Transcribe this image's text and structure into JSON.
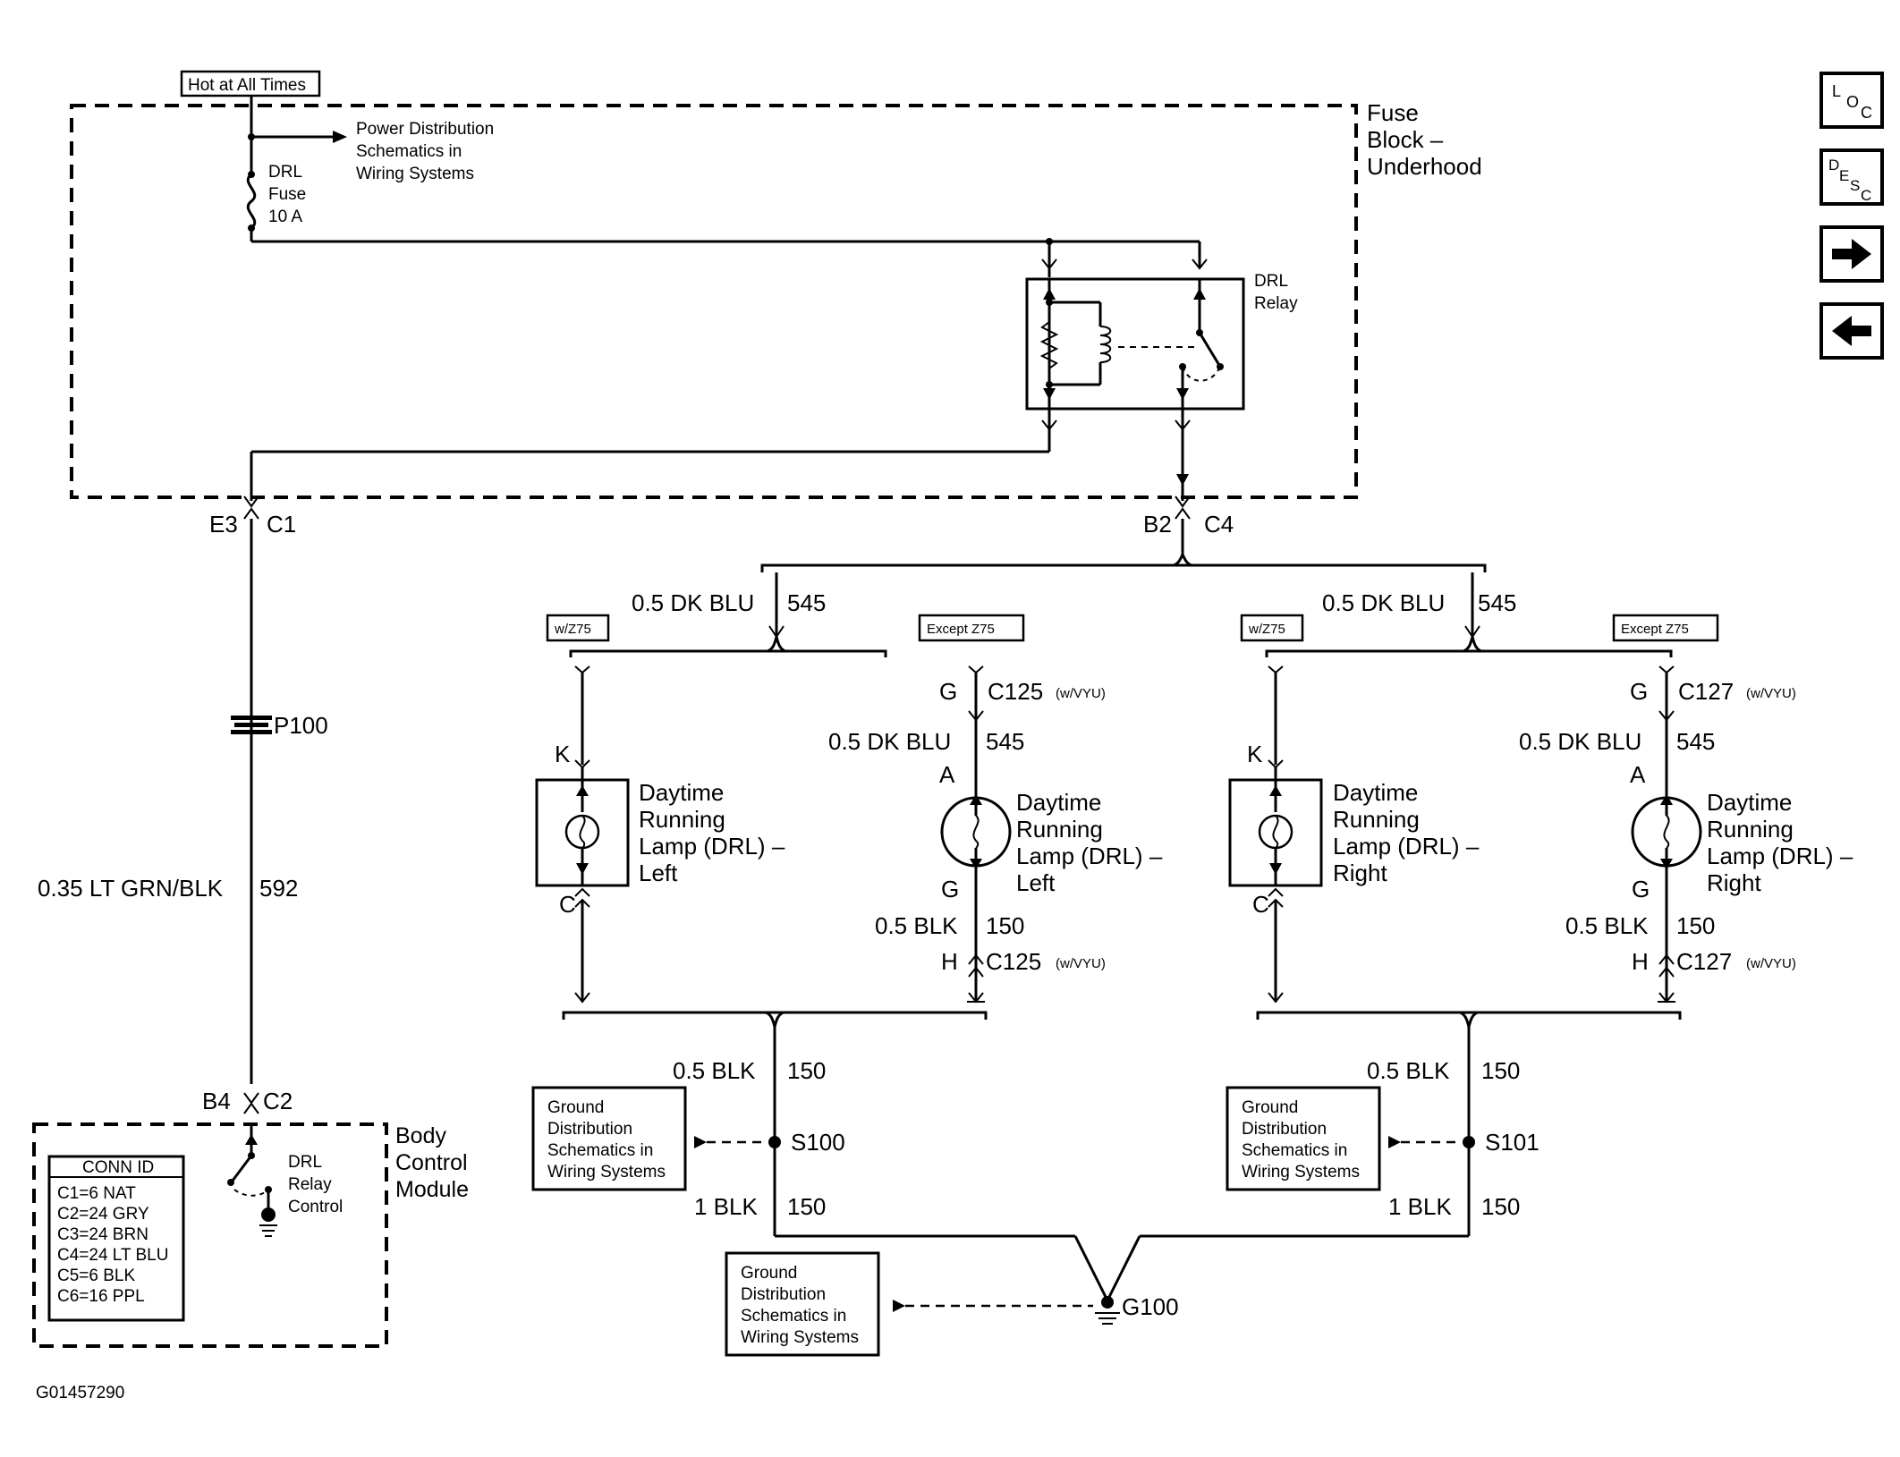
{
  "labels": {
    "hot_at_all_times": "Hot at All Times",
    "pd_line1": "Power Distribution",
    "pd_line2": "Schematics in",
    "pd_line3": "Wiring Systems",
    "fuse_line1": "DRL",
    "fuse_line2": "Fuse",
    "fuse_line3": "10 A",
    "fuse_block_line1": "Fuse",
    "fuse_block_line2": "Block –",
    "fuse_block_line3": "Underhood",
    "relay_line1": "DRL",
    "relay_line2": "Relay",
    "e3": "E3",
    "c1": "C1",
    "b2": "B2",
    "c4": "C4",
    "p100": "P100",
    "wire_592_gauge": "0.35 LT GRN/BLK",
    "wire_592_num": "592",
    "b4": "B4",
    "c2": "C2",
    "bcm_line1": "Body",
    "bcm_line2": "Control",
    "bcm_line3": "Module",
    "bcm_relay_line1": "DRL",
    "bcm_relay_line2": "Relay",
    "bcm_relay_line3": "Control",
    "figure_id": "G01457290",
    "g100": "G100",
    "s100": "S100",
    "s101": "S101"
  },
  "conn_table": {
    "title": "CONN ID",
    "rows": [
      "C1=6 NAT",
      "C2=24 GRY",
      "C3=24 BRN",
      "C4=24 LT BLU",
      "C5=6 BLK",
      "C6=16 PPL"
    ]
  },
  "left_branch": {
    "feed_gauge": "0.5 DK BLU",
    "feed_num": "545",
    "wz75": "w/Z75",
    "except_z75": "Except Z75",
    "k": "K",
    "c": "C",
    "lamp_a_line1": "Daytime",
    "lamp_a_line2": "Running",
    "lamp_a_line3": "Lamp (DRL) –",
    "lamp_a_line4": "Left",
    "g_top": "G",
    "conn_top": "C125",
    "conn_top_note": "(w/VYU)",
    "mid_gauge": "0.5 DK BLU",
    "mid_num": "545",
    "a": "A",
    "lamp_b_line1": "Daytime",
    "lamp_b_line2": "Running",
    "lamp_b_line3": "Lamp (DRL) –",
    "lamp_b_line4": "Left",
    "g_bottom": "G",
    "gnd_gauge": "0.5 BLK",
    "gnd_num": "150",
    "h": "H",
    "conn_bottom": "C125",
    "conn_bottom_note": "(w/VYU)",
    "down_gauge": "0.5 BLK",
    "down_num": "150",
    "up_gauge": "1 BLK",
    "up_num": "150",
    "gd_line1": "Ground",
    "gd_line2": "Distribution",
    "gd_line3": "Schematics in",
    "gd_line4": "Wiring Systems"
  },
  "right_branch": {
    "feed_gauge": "0.5 DK BLU",
    "feed_num": "545",
    "wz75": "w/Z75",
    "except_z75": "Except Z75",
    "k": "K",
    "c": "C",
    "lamp_a_line1": "Daytime",
    "lamp_a_line2": "Running",
    "lamp_a_line3": "Lamp (DRL) –",
    "lamp_a_line4": "Right",
    "g_top": "G",
    "conn_top": "C127",
    "conn_top_note": "(w/VYU)",
    "mid_gauge": "0.5 DK BLU",
    "mid_num": "545",
    "a": "A",
    "lamp_b_line1": "Daytime",
    "lamp_b_line2": "Running",
    "lamp_b_line3": "Lamp (DRL) –",
    "lamp_b_line4": "Right",
    "g_bottom": "G",
    "gnd_gauge": "0.5 BLK",
    "gnd_num": "150",
    "h": "H",
    "conn_bottom": "C127",
    "conn_bottom_note": "(w/VYU)",
    "down_gauge": "0.5 BLK",
    "down_num": "150",
    "up_gauge": "1 BLK",
    "up_num": "150",
    "gd_line1": "Ground",
    "gd_line2": "Distribution",
    "gd_line3": "Schematics in",
    "gd_line4": "Wiring Systems"
  },
  "g100_ref": {
    "line1": "Ground",
    "line2": "Distribution",
    "line3": "Schematics in",
    "line4": "Wiring Systems"
  },
  "nav": {
    "loc_l": "L",
    "loc_o": "O",
    "loc_c": "C",
    "desc_d": "D",
    "desc_e": "E",
    "desc_s": "S",
    "desc_c": "C",
    "next_icon": "right-arrow-icon",
    "prev_icon": "left-arrow-icon"
  }
}
